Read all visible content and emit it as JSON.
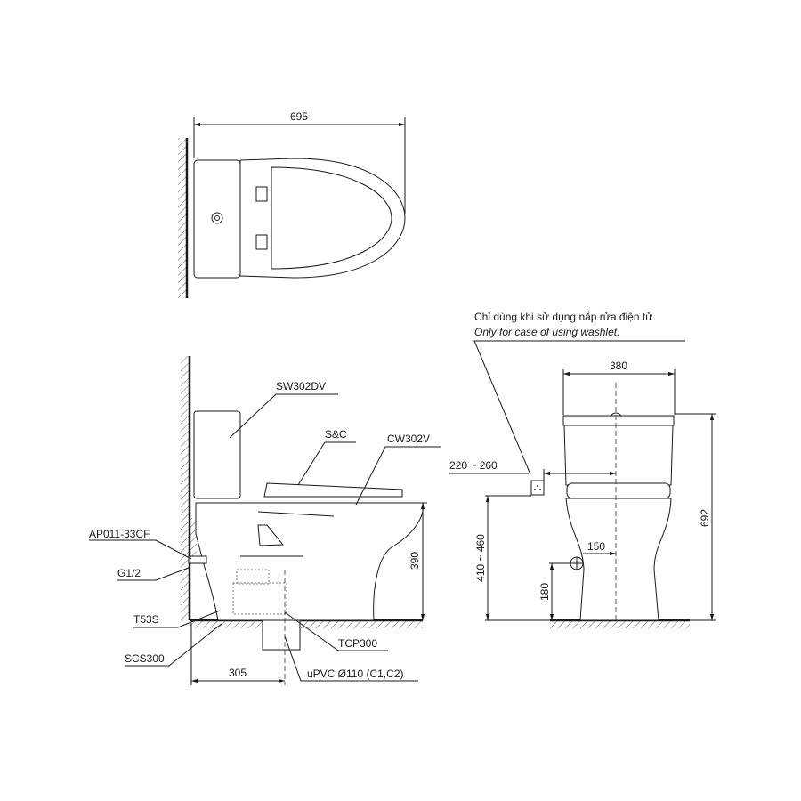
{
  "top_view": {
    "dim_length": "695"
  },
  "side_view": {
    "labels": {
      "tank": "SW302DV",
      "seat": "S&C",
      "bowl": "CW302V",
      "valve": "AP011-33CF",
      "thread": "G1/2",
      "hose": "T53S",
      "sealant": "SCS300",
      "flange": "TCP300",
      "pipe": "uPVC Ø110 (C1,C2)"
    },
    "dim_height": "390",
    "dim_rough_in": "305"
  },
  "front_view": {
    "note_vi": "Chỉ dùng khi sử dụng nắp rửa điện tử.",
    "note_en": "Only for case of using washlet.",
    "dim_width": "380",
    "dim_total_height": "692",
    "dim_outlet_offset": "220 ~ 260",
    "dim_outlet_height": "410 ~ 460",
    "dim_supply_offset": "150",
    "dim_supply_height": "180"
  },
  "colors": {
    "line": "#1a1a1a",
    "background": "#ffffff"
  }
}
